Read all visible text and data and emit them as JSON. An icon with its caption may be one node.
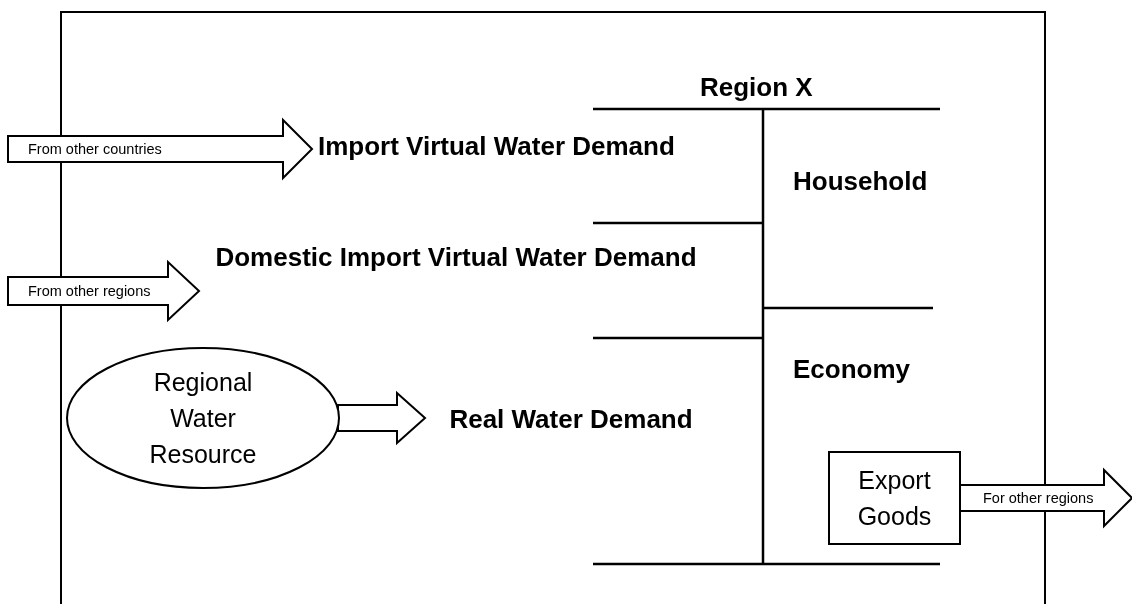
{
  "diagram": {
    "nodes": [
      {
        "text": [
          "Import Virtual Water Demand"
        ]
      },
      {
        "text": [
          "Domestic Import Virtual Water Demand"
        ]
      },
      {
        "text": [
          "Regional Water Resource"
        ]
      },
      {
        "text": [
          "Real Water Demand"
        ]
      },
      {
        "text": [
          "Export Goods"
        ]
      }
    ],
    "edges": [
      {
        "from": null,
        "to": 0,
        "arrow": "to",
        "label": "From other countries"
      },
      {
        "from": null,
        "to": 1,
        "arrow": "to",
        "label": "From other regions"
      },
      {
        "from": 2,
        "to": 3,
        "arrow": "to"
      },
      {
        "from": 4,
        "to": null,
        "arrow": "to",
        "label": "For other regions"
      }
    ],
    "labels": [
      "Region X",
      "Household",
      "Economy"
    ]
  }
}
